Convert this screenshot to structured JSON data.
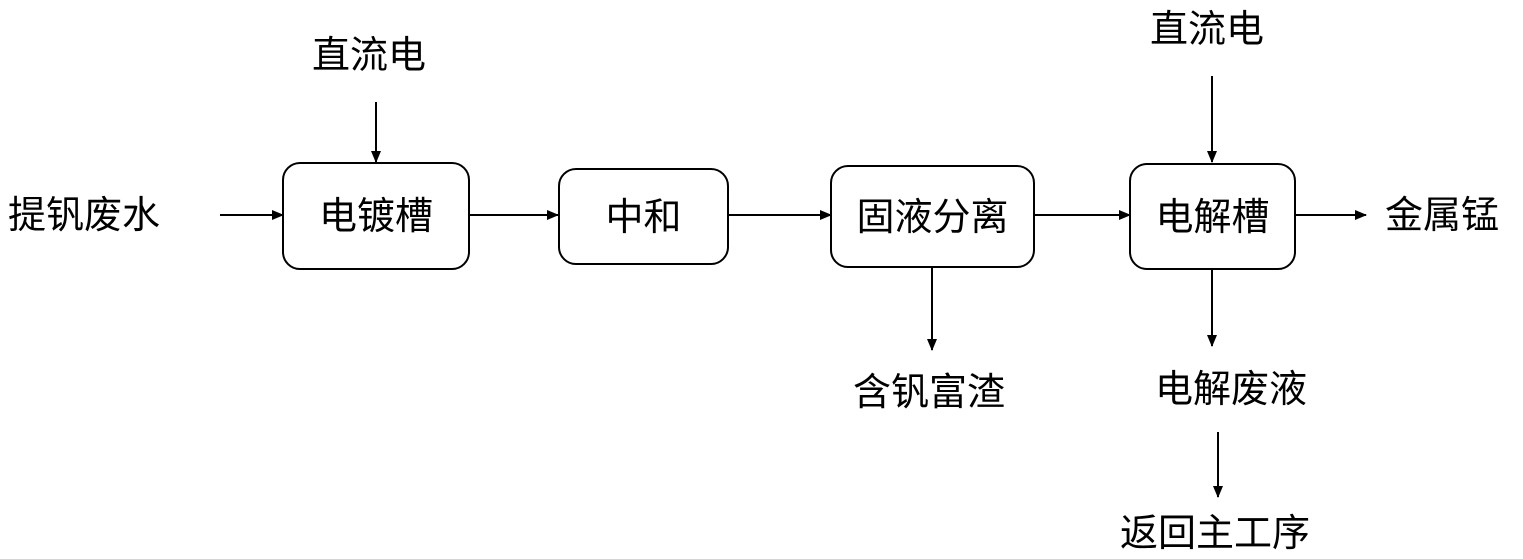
{
  "input": "提钒废水",
  "power_1": "直流电",
  "power_2": "直流电",
  "process": {
    "plating_tank": "电镀槽",
    "neutralization": "中和",
    "solid_liquid_separation": "固液分离",
    "electrolytic_cell": "电解槽"
  },
  "outputs": {
    "vanadium_slag": "含钒富渣",
    "manganese_metal": "金属锰",
    "spent_electrolyte": "电解废液",
    "return_to_main": "返回主工序"
  },
  "colors": {
    "line": "#000000",
    "background": "#ffffff"
  }
}
